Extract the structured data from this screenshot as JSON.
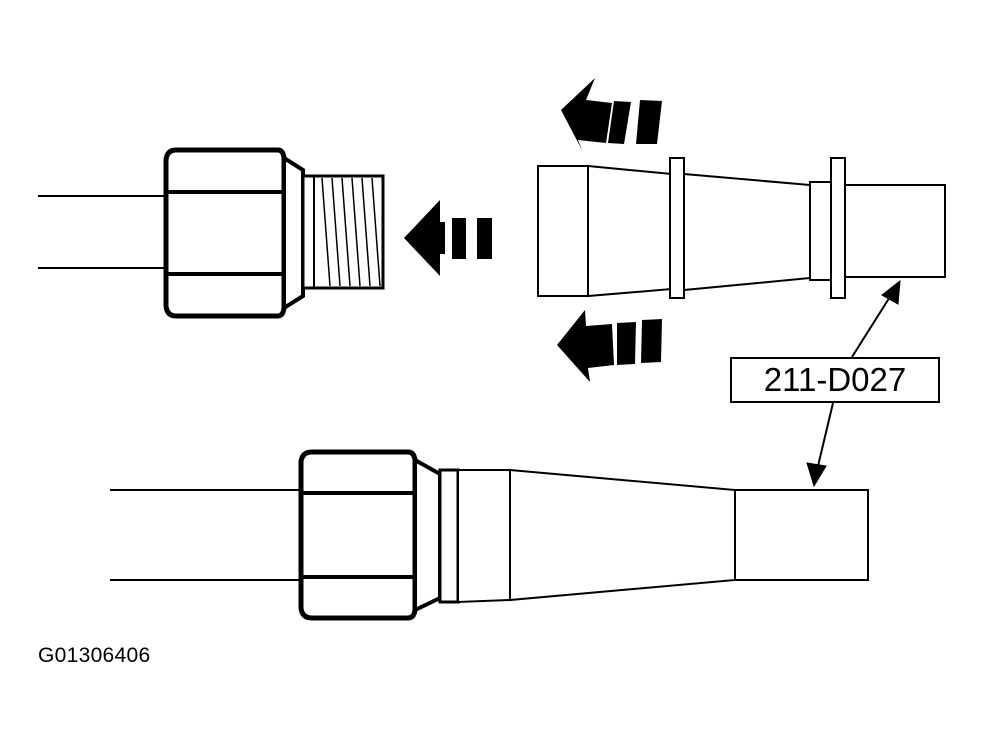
{
  "diagram": {
    "tool_label": "211-D027",
    "figure_id": "G01306406",
    "arrows": [
      {
        "name": "arrow-upper",
        "direction": "left"
      },
      {
        "name": "arrow-middle",
        "direction": "left"
      },
      {
        "name": "arrow-lower",
        "direction": "left"
      }
    ],
    "colors": {
      "line": "#000000",
      "fill": "#ffffff"
    }
  }
}
